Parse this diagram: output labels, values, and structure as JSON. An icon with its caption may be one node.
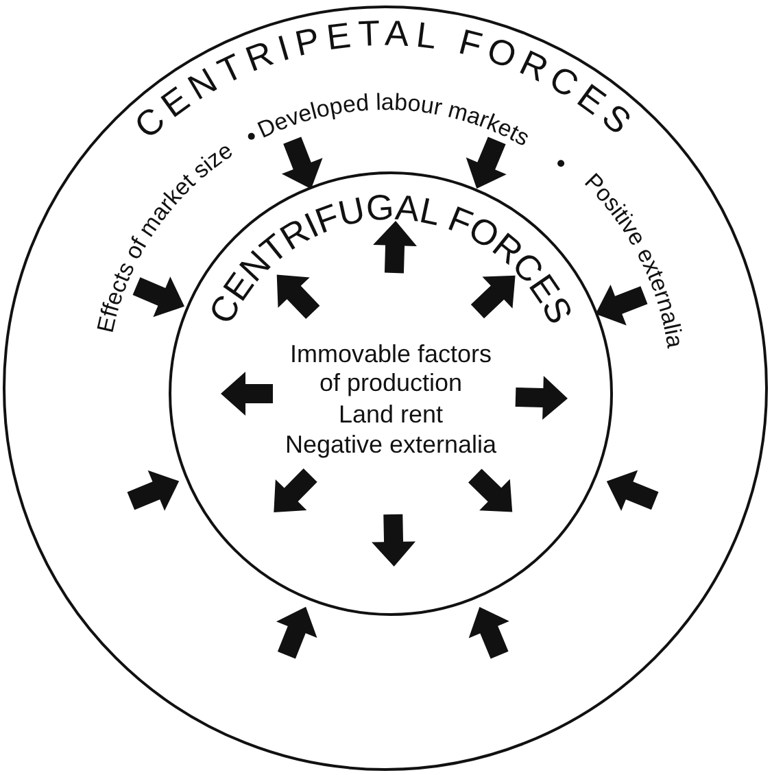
{
  "diagram": {
    "nodes": [
      {
        "text": [
          "CENTRIPETAL FORCES",
          "Effects of market size",
          "Developed labour markets",
          "Positive externalia"
        ]
      },
      {
        "text": [
          "CENTRIFUGAL FORCES",
          "Immovable factors of production",
          "Land rent",
          "Negative externalia"
        ],
        "in": 0
      }
    ],
    "edges": []
  }
}
